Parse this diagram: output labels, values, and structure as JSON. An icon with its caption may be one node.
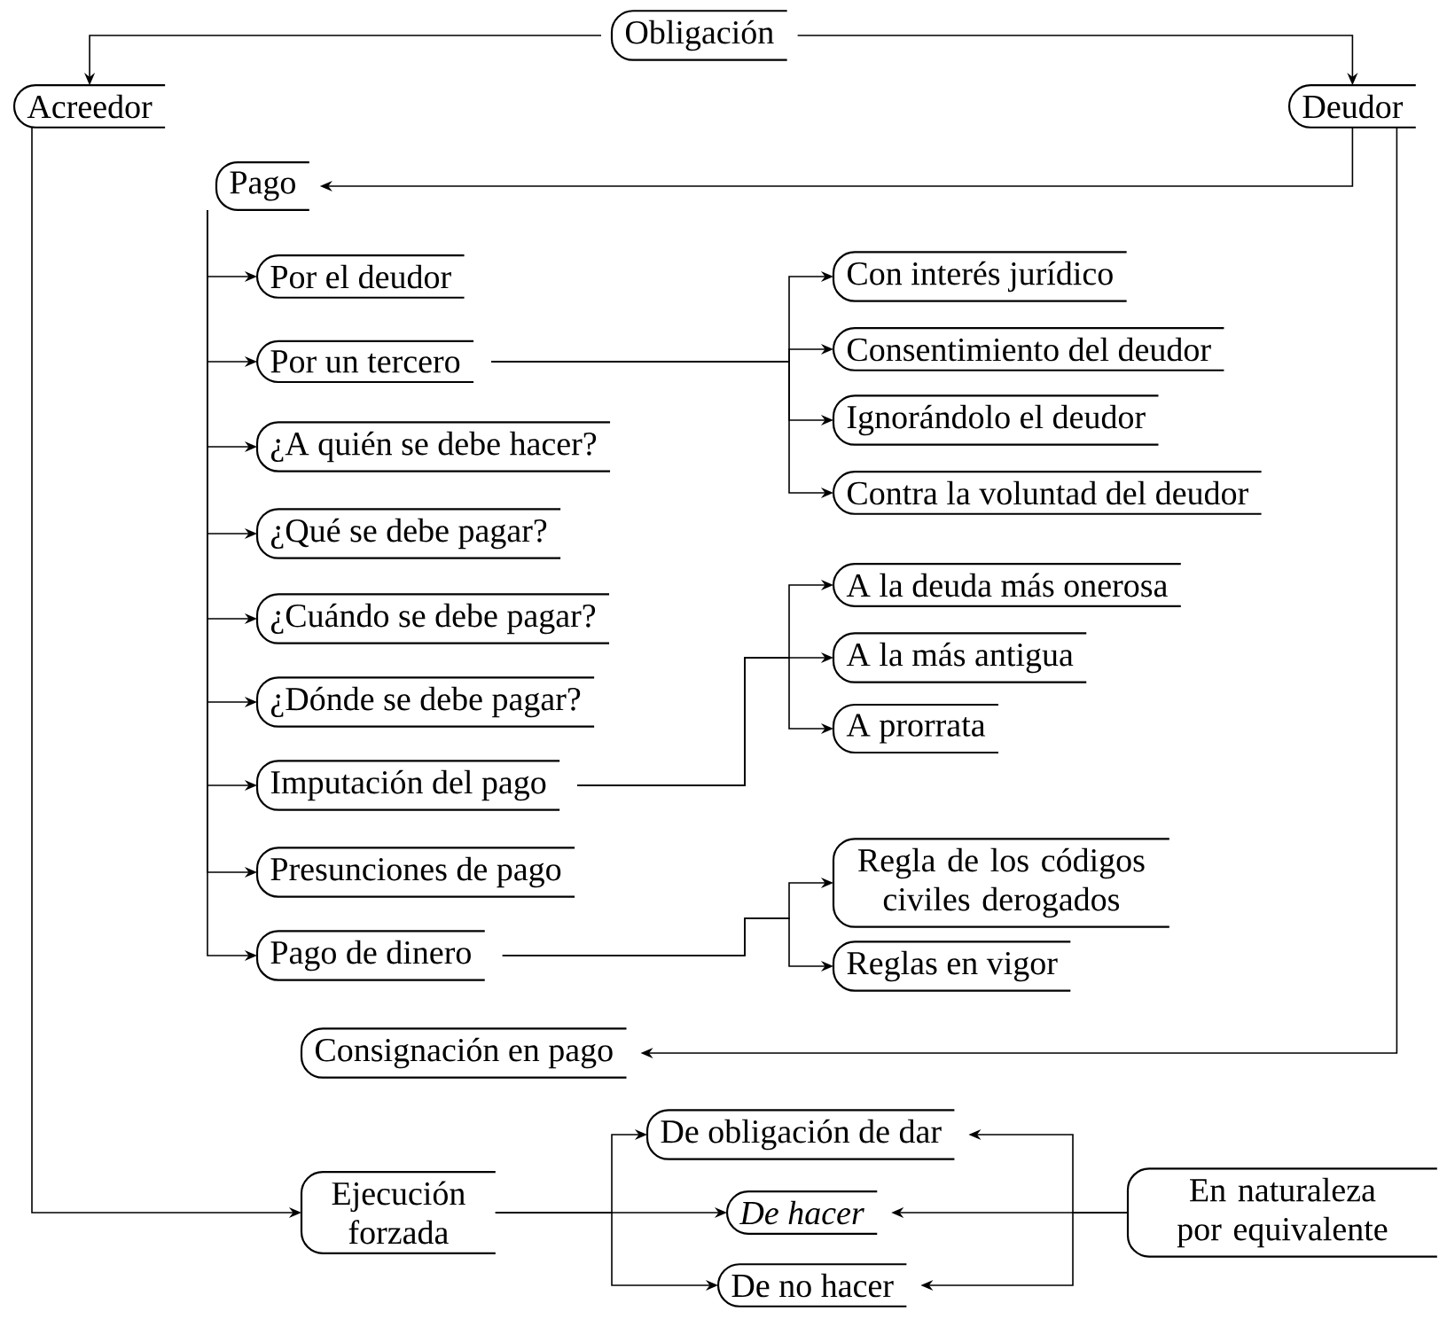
{
  "diagram": {
    "nodes": [
      {
        "text": [
          "Obligación"
        ]
      },
      {
        "text": [
          "Acreedor"
        ]
      },
      {
        "text": [
          "Deudor"
        ]
      },
      {
        "text": [
          "Pago"
        ]
      },
      {
        "text": [
          "Por el deudor"
        ]
      },
      {
        "text": [
          "Por un tercero"
        ]
      },
      {
        "text": [
          "¿A quién se debe hacer?"
        ]
      },
      {
        "text": [
          "¿Qué se debe pagar?"
        ]
      },
      {
        "text": [
          "¿Cuándo se debe pagar?"
        ]
      },
      {
        "text": [
          "¿Dónde se debe pagar?"
        ]
      },
      {
        "text": [
          "Imputación del pago"
        ]
      },
      {
        "text": [
          "Presunciones de pago"
        ]
      },
      {
        "text": [
          "Pago de dinero"
        ]
      },
      {
        "text": [
          "Con interés jurídico"
        ]
      },
      {
        "text": [
          "Consentimiento del deudor"
        ]
      },
      {
        "text": [
          "Ignorándolo el deudor"
        ]
      },
      {
        "text": [
          "Contra la voluntad del deudor"
        ]
      },
      {
        "text": [
          "A la deuda más onerosa"
        ]
      },
      {
        "text": [
          "A la más antigua"
        ]
      },
      {
        "text": [
          "A prorrata"
        ]
      },
      {
        "text": [
          "Regla de los códigos civiles derogados"
        ]
      },
      {
        "text": [
          "Reglas en vigor"
        ]
      },
      {
        "text": [
          "Consignación en pago"
        ]
      },
      {
        "text": [
          "Ejecución forzada"
        ]
      },
      {
        "text": [
          "De obligación de dar"
        ]
      },
      {
        "text": [
          "*De hacer*"
        ]
      },
      {
        "text": [
          "De no hacer"
        ]
      },
      {
        "text": [
          "En naturaleza por equivalente"
        ]
      }
    ],
    "edges": [
      {
        "from": 0,
        "to": 1,
        "arrow": "to"
      },
      {
        "from": 0,
        "to": 2,
        "arrow": "to"
      },
      {
        "from": 2,
        "to": 3,
        "arrow": "to"
      },
      {
        "from": 3,
        "to": 4,
        "arrow": "to"
      },
      {
        "from": 3,
        "to": 5,
        "arrow": "to"
      },
      {
        "from": 3,
        "to": 6,
        "arrow": "to"
      },
      {
        "from": 3,
        "to": 7,
        "arrow": "to"
      },
      {
        "from": 3,
        "to": 8,
        "arrow": "to"
      },
      {
        "from": 3,
        "to": 9,
        "arrow": "to"
      },
      {
        "from": 3,
        "to": 10,
        "arrow": "to"
      },
      {
        "from": 3,
        "to": 11,
        "arrow": "to"
      },
      {
        "from": 3,
        "to": 12,
        "arrow": "to"
      },
      {
        "from": 5,
        "to": 13,
        "arrow": "to"
      },
      {
        "from": 5,
        "to": 14,
        "arrow": "to"
      },
      {
        "from": 5,
        "to": 15,
        "arrow": "to"
      },
      {
        "from": 5,
        "to": 16,
        "arrow": "to"
      },
      {
        "from": 10,
        "to": 17,
        "arrow": "to"
      },
      {
        "from": 10,
        "to": 18,
        "arrow": "to"
      },
      {
        "from": 10,
        "to": 19,
        "arrow": "to"
      },
      {
        "from": 12,
        "to": 20,
        "arrow": "to"
      },
      {
        "from": 12,
        "to": 21,
        "arrow": "to"
      },
      {
        "from": 2,
        "to": 22,
        "arrow": "to"
      },
      {
        "from": 1,
        "to": 23,
        "arrow": "to"
      },
      {
        "from": 23,
        "to": 24,
        "arrow": "to"
      },
      {
        "from": 23,
        "to": 25,
        "arrow": "to"
      },
      {
        "from": 23,
        "to": 26,
        "arrow": "to"
      },
      {
        "from": 27,
        "to": 24,
        "arrow": "to"
      },
      {
        "from": 27,
        "to": 25,
        "arrow": "to"
      },
      {
        "from": 27,
        "to": 26,
        "arrow": "to"
      }
    ]
  }
}
